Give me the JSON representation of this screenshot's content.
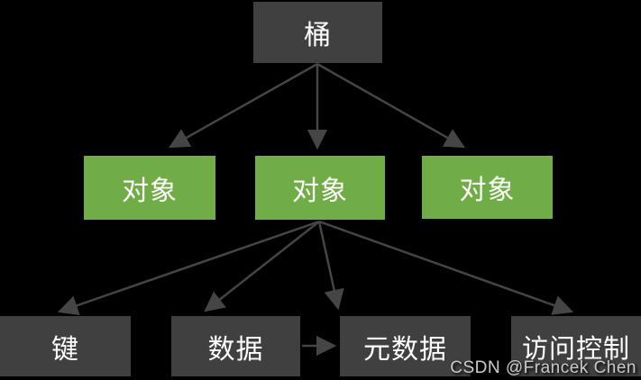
{
  "diagram": {
    "type": "tree",
    "nodes": {
      "bucket": {
        "label": "桶"
      },
      "objects": [
        {
          "label": "对象"
        },
        {
          "label": "对象"
        },
        {
          "label": "对象"
        }
      ],
      "leaves": [
        {
          "label": "键"
        },
        {
          "label": "数据"
        },
        {
          "label": "元数据"
        },
        {
          "label": "访问控制"
        }
      ]
    },
    "edges": [
      {
        "from": "bucket",
        "to": "object-1"
      },
      {
        "from": "bucket",
        "to": "object-2"
      },
      {
        "from": "bucket",
        "to": "object-3"
      },
      {
        "from": "object-2",
        "to": "key"
      },
      {
        "from": "object-2",
        "to": "data"
      },
      {
        "from": "object-2",
        "to": "metadata"
      },
      {
        "from": "object-2",
        "to": "access-control"
      },
      {
        "from": "data",
        "to": "metadata"
      }
    ]
  },
  "watermark": {
    "text": "CSDN @Francek Chen"
  },
  "colors": {
    "bg": "#000000",
    "green": "#70ad47",
    "dark_box": "#404040",
    "arrow": "#454545",
    "text": "#ffffff",
    "watermark": "#c9c9c9"
  }
}
